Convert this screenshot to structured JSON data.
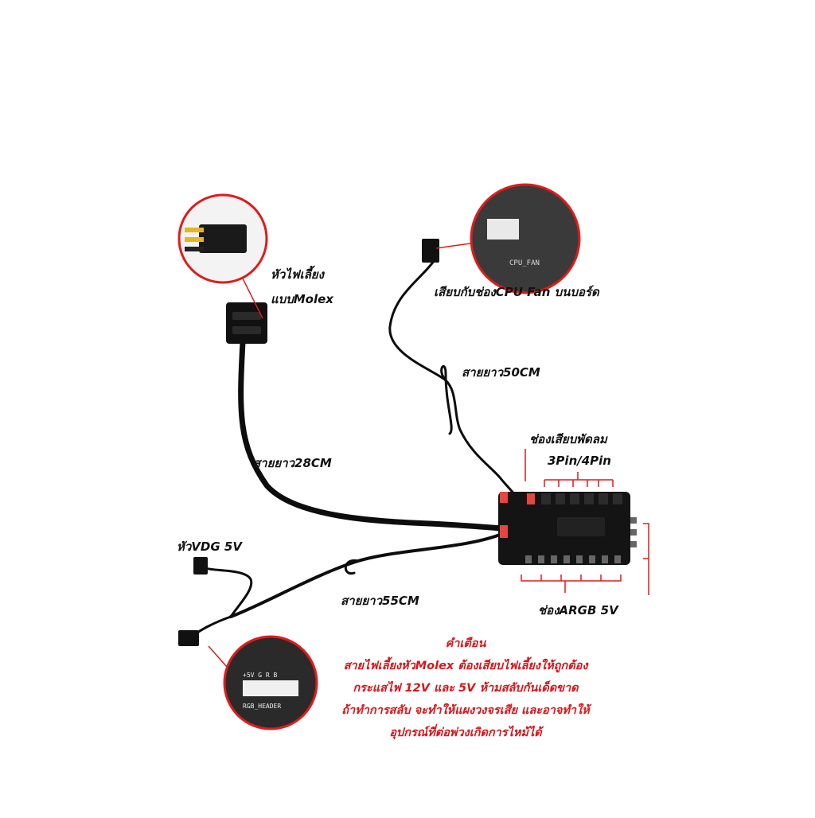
{
  "labels": {
    "molex_title": "หัวไฟเลี้ยง",
    "molex_sub": "แบบMolex",
    "cpu_fan": "เสียบกับช่องCPU Fan บนบอร์ด",
    "cable_50": "สายยาว50CM",
    "fan_port": "ช่องเสียบพัดลม",
    "fan_pin": "3Pin/4Pin",
    "cable_28": "สายยาว28CM",
    "vdg": "หัวVDG 5V",
    "cable_55": "สายยาว55CM",
    "argb": "ช่องARGB 5V"
  },
  "inset_text": {
    "cpu_fan_silk": "CPU_FAN",
    "rgb_header_silk": "RGB_HEADER",
    "rgb_pins_silk": "+5V G R B"
  },
  "warning": {
    "title": "คำเตือน",
    "lines": [
      "สายไฟเลี้ยงหัวMolex ต้องเสียบไฟเลี้ยงให้ถูกต้อง",
      "กระแสไฟ 12V และ 5V ห้ามสลับกันเด็ดขาด",
      "ถ้าทำการสลับ จะทำให้แผงวงจรเสีย และอาจทำให้",
      "อุปกรณ์ที่ต่อพ่วงเกิดการไหม้ได้"
    ]
  },
  "colors": {
    "warning_red": "#d8161b",
    "inset_border": "#e01b1b",
    "cable": "#0d0d0d",
    "board": "#141414"
  }
}
